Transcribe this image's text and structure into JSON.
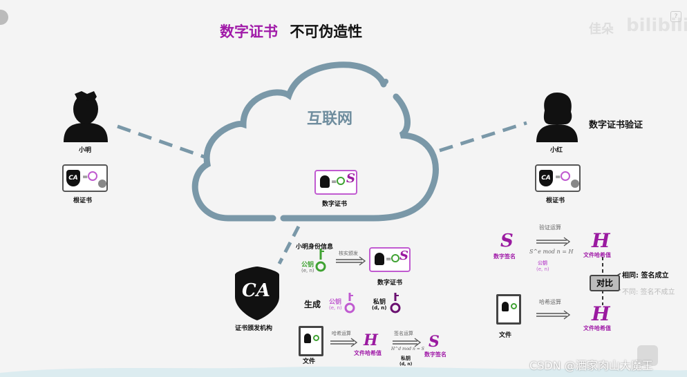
{
  "title": {
    "part1": "数字证书",
    "part2": "不可伪造性"
  },
  "watermark_top": "佳朵",
  "watermark_bottom": "CSDN @洒家肉山大魔王",
  "cloud": {
    "label": "互联网",
    "cert_label": "数字证书"
  },
  "left_person": {
    "name": "小明",
    "cert_label": "根证书"
  },
  "right_person": {
    "name": "小红",
    "cert_label": "根证书",
    "heading": "数字证书验证"
  },
  "ca": {
    "badge": "CA",
    "label": "证书颁发机构",
    "identity_info": "小明身份信息",
    "public_key_label": "公钥",
    "public_key_vals": "(e, n)",
    "verify_arrow": "核实颁发",
    "cert_label": "数字证书",
    "generate": "生成",
    "gen_pub_label": "公钥",
    "gen_pub_vals": "(e, n)",
    "gen_priv_label": "私钥",
    "gen_priv_vals": "(d, n)",
    "file_label": "文件",
    "hash_arrow": "哈希运算",
    "hash_H": "H",
    "hash_value_label": "文件哈希值",
    "sign_arrow": "签名运算",
    "sign_formula": "H^d mod n = S",
    "sign_priv_label": "私钥",
    "sign_priv_vals": "(d, n)",
    "sign_S": "S",
    "sign_label": "数字签名"
  },
  "verify": {
    "sig_S": "S",
    "sig_label": "数字签名",
    "arrow_label": "验证运算",
    "formula": "S^e mod n = H",
    "pub_label": "公钥",
    "pub_vals": "(e, n)",
    "H": "H",
    "hash_label": "文件哈希值",
    "compare": "对比",
    "same": "相同: 签名成立",
    "diff": "不同: 签名不成立",
    "file_label": "文件",
    "hash_arrow": "哈希运算",
    "H2": "H",
    "hash_label2": "文件哈希值"
  },
  "colors": {
    "purple": "#a01aa8",
    "green": "#3fa232",
    "cloud": "#7a98a8",
    "background": "#f4f4f4"
  }
}
